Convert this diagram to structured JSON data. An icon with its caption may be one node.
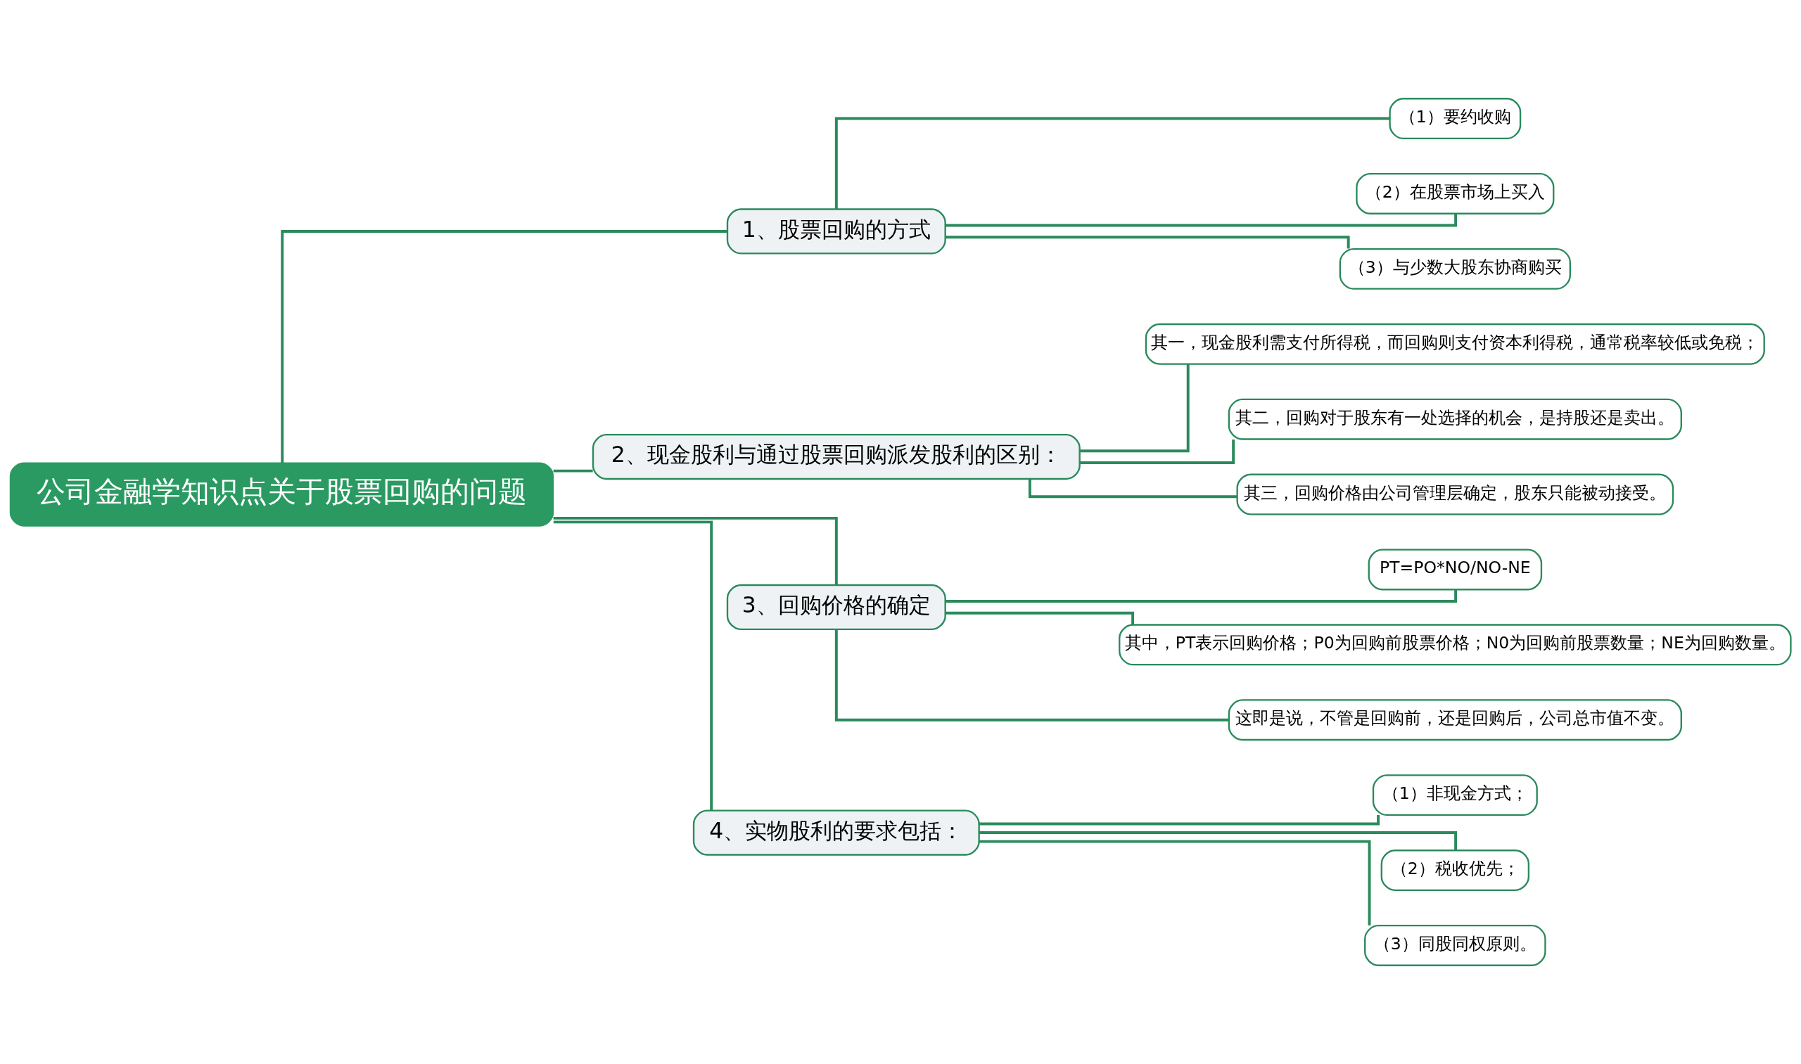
{
  "diagram": {
    "nodes": [
      {
        "text": [
          "公司金融学知识点关于股票回购的问题"
        ]
      },
      {
        "text": [
          "1、股票回购的方式"
        ]
      },
      {
        "text": [
          "（1）要约收购"
        ]
      },
      {
        "text": [
          "（2）在股票市场上买入"
        ]
      },
      {
        "text": [
          "（3）与少数大股东协商购买"
        ]
      },
      {
        "text": [
          "2、现金股利与通过股票回购派发股利的区别："
        ]
      },
      {
        "text": [
          "其一，现金股利需支付所得税，而回购则支付资本利得税，通常税率较低或免税；"
        ]
      },
      {
        "text": [
          "其二，回购对于股东有一处选择的机会，是持股还是卖出。"
        ]
      },
      {
        "text": [
          "其三，回购价格由公司管理层确定，股东只能被动接受。"
        ]
      },
      {
        "text": [
          "3、回购价格的确定"
        ]
      },
      {
        "text": [
          "PT=PO*NO/NO-NE"
        ]
      },
      {
        "text": [
          "其中，PT表示回购价格；P0为回购前股票价格；N0为回购前股票数量；NE为回购数量。"
        ]
      },
      {
        "text": [
          "这即是说，不管是回购前，还是回购后，公司总市值不变。"
        ]
      },
      {
        "text": [
          "4、实物股利的要求包括："
        ]
      },
      {
        "text": [
          "（1）非现金方式；"
        ]
      },
      {
        "text": [
          "（2）税收优先；"
        ]
      },
      {
        "text": [
          "（3）同股同权原则。"
        ]
      }
    ],
    "edges": [
      {
        "from": 0,
        "to": 1,
        "arrow": "none"
      },
      {
        "from": 1,
        "to": 2,
        "arrow": "none"
      },
      {
        "from": 1,
        "to": 3,
        "arrow": "none"
      },
      {
        "from": 1,
        "to": 4,
        "arrow": "none"
      },
      {
        "from": 0,
        "to": 5,
        "arrow": "none"
      },
      {
        "from": 5,
        "to": 6,
        "arrow": "none"
      },
      {
        "from": 5,
        "to": 7,
        "arrow": "none"
      },
      {
        "from": 5,
        "to": 8,
        "arrow": "none"
      },
      {
        "from": 0,
        "to": 9,
        "arrow": "none"
      },
      {
        "from": 9,
        "to": 10,
        "arrow": "none"
      },
      {
        "from": 9,
        "to": 11,
        "arrow": "none"
      },
      {
        "from": 9,
        "to": 12,
        "arrow": "none"
      },
      {
        "from": 0,
        "to": 13,
        "arrow": "none"
      },
      {
        "from": 13,
        "to": 14,
        "arrow": "none"
      },
      {
        "from": 13,
        "to": 15,
        "arrow": "none"
      },
      {
        "from": 13,
        "to": 16,
        "arrow": "none"
      }
    ]
  }
}
